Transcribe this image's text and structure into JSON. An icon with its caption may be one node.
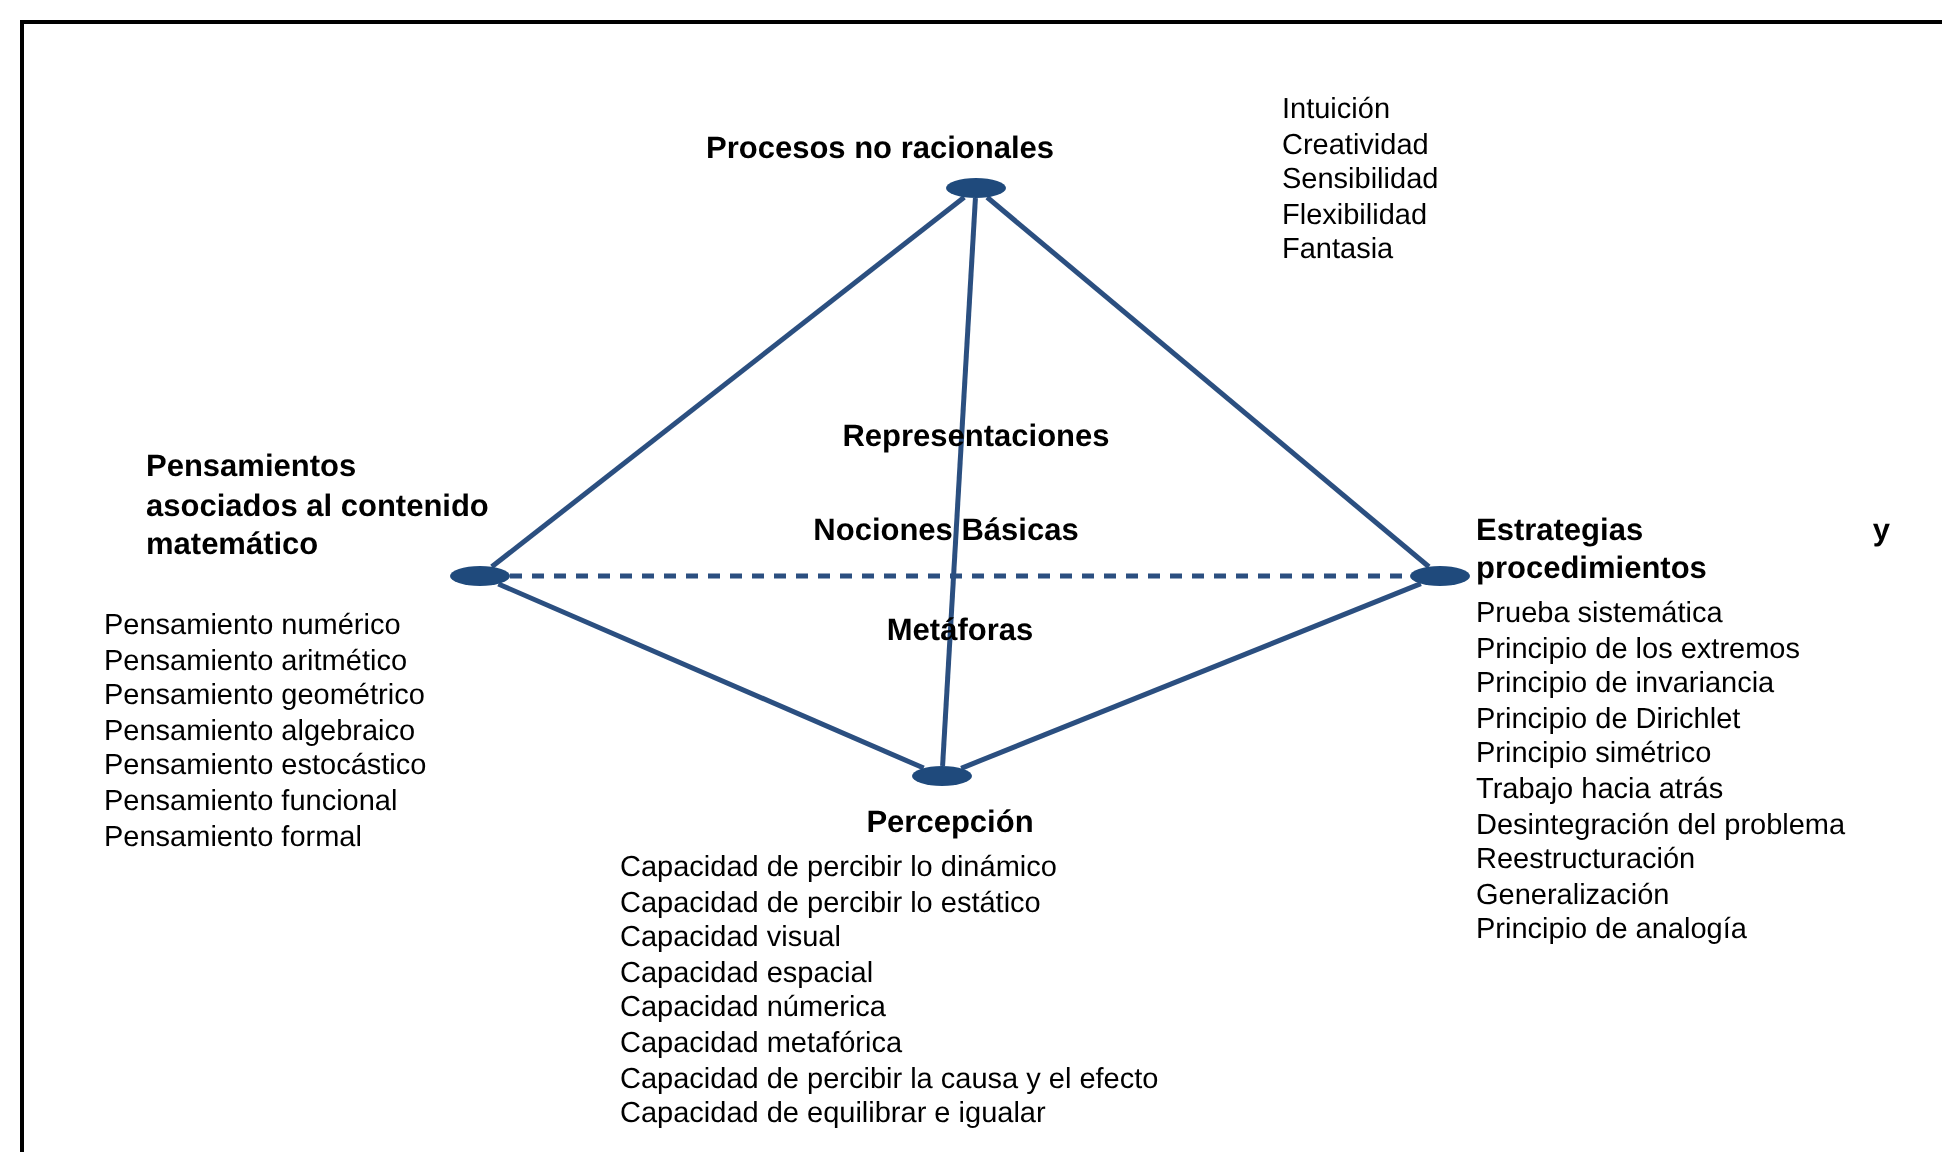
{
  "diagram": {
    "nodes": [
      {
        "text": [
          "Procesos no racionales"
        ],
        "beside": [
          "Intuición",
          "Creatividad",
          "Sensibilidad",
          "Flexibilidad",
          "Fantasia"
        ]
      },
      {
        "text": [
          "Pensamientos asociados al contenido matemático"
        ],
        "beside": [
          "Pensamiento numérico",
          "Pensamiento aritmético",
          "Pensamiento geométrico",
          "Pensamiento algebraico",
          "Pensamiento estocástico",
          "Pensamiento funcional",
          "Pensamiento formal"
        ]
      },
      {
        "text": [
          "Estrategias y procedimientos"
        ],
        "beside": [
          "Prueba sistemática",
          "Principio de los extremos",
          "Principio de invariancia",
          "Principio de Dirichlet",
          "Principio simétrico",
          "Trabajo hacia atrás",
          "Desintegración del problema",
          "Reestructuración",
          "Generalización",
          "Principio de analogía"
        ]
      },
      {
        "text": [
          "Percepción"
        ],
        "beside": [
          "Capacidad de percibir lo dinámico",
          "Capacidad de percibir lo estático",
          "Capacidad visual",
          "Capacidad espacial",
          "Capacidad númerica",
          "Capacidad metafórica",
          "Capacidad de percibir la causa y el efecto",
          "Capacidad de equilibrar e igualar"
        ]
      }
    ],
    "edges": [
      {
        "from": 0,
        "to": 1,
        "arrow": "none"
      },
      {
        "from": 0,
        "to": 2,
        "arrow": "none"
      },
      {
        "from": 0,
        "to": 3,
        "arrow": "none"
      },
      {
        "from": 1,
        "to": 3,
        "arrow": "none"
      },
      {
        "from": 2,
        "to": 3,
        "arrow": "none"
      },
      {
        "from": 1,
        "to": 2,
        "arrow": "none",
        "style": "dashed"
      }
    ],
    "labels": [
      "Representaciones",
      "Nociones Básicas",
      "Metáforas"
    ]
  }
}
